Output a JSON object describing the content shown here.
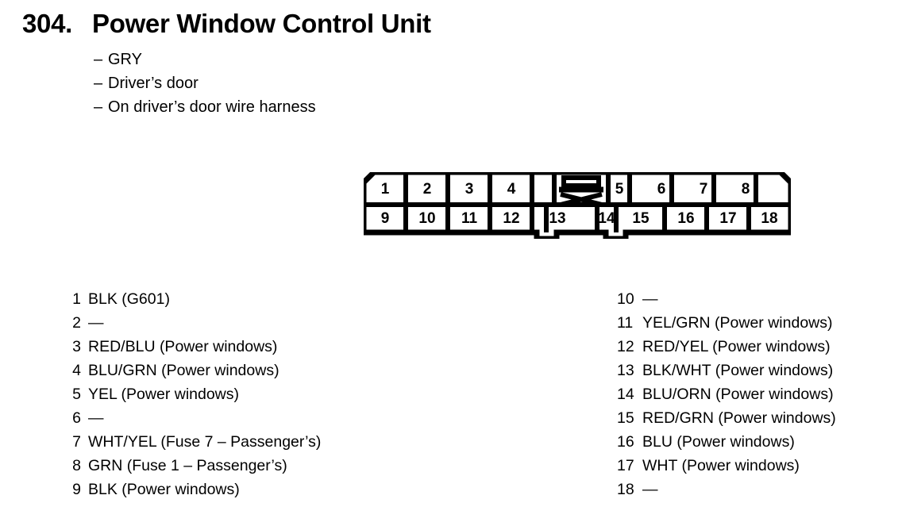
{
  "header": {
    "number": "304.",
    "title": "Power Window Control Unit",
    "specs": [
      {
        "dash": "–",
        "text": "GRY"
      },
      {
        "dash": "–",
        "text": "Driver’s door"
      },
      {
        "dash": "–",
        "text": "On driver’s door wire harness"
      }
    ]
  },
  "connector": {
    "name": "18-pin connector",
    "top_row_left": [
      "1",
      "2",
      "3",
      "4"
    ],
    "top_row_right": [
      "5",
      "6",
      "7",
      "8"
    ],
    "bottom_row": [
      "9",
      "10",
      "11",
      "12",
      "13",
      "14",
      "15",
      "16",
      "17",
      "18"
    ],
    "locking_tab": "locking-tab",
    "colors": {
      "outline": "#000000",
      "fill": "#ffffff"
    }
  },
  "pins": {
    "left_column": [
      {
        "index": "1",
        "desc": "BLK (G601)"
      },
      {
        "index": "2",
        "desc": "—"
      },
      {
        "index": "3",
        "desc": "RED/BLU (Power windows)"
      },
      {
        "index": "4",
        "desc": "BLU/GRN (Power windows)"
      },
      {
        "index": "5",
        "desc": "YEL (Power windows)"
      },
      {
        "index": "6",
        "desc": "—"
      },
      {
        "index": "7",
        "desc": "WHT/YEL (Fuse 7 – Passenger’s)"
      },
      {
        "index": "8",
        "desc": "GRN (Fuse 1 – Passenger’s)"
      },
      {
        "index": "9",
        "desc": "BLK (Power windows)"
      }
    ],
    "right_column": [
      {
        "index": "10",
        "desc": "—"
      },
      {
        "index": "11",
        "desc": "YEL/GRN (Power windows)"
      },
      {
        "index": "12",
        "desc": "RED/YEL (Power windows)"
      },
      {
        "index": "13",
        "desc": "BLK/WHT (Power windows)"
      },
      {
        "index": "14",
        "desc": "BLU/ORN (Power windows)"
      },
      {
        "index": "15",
        "desc": "RED/GRN (Power windows)"
      },
      {
        "index": "16",
        "desc": "BLU (Power windows)"
      },
      {
        "index": "17",
        "desc": "WHT (Power windows)"
      },
      {
        "index": "18",
        "desc": "—"
      }
    ]
  }
}
